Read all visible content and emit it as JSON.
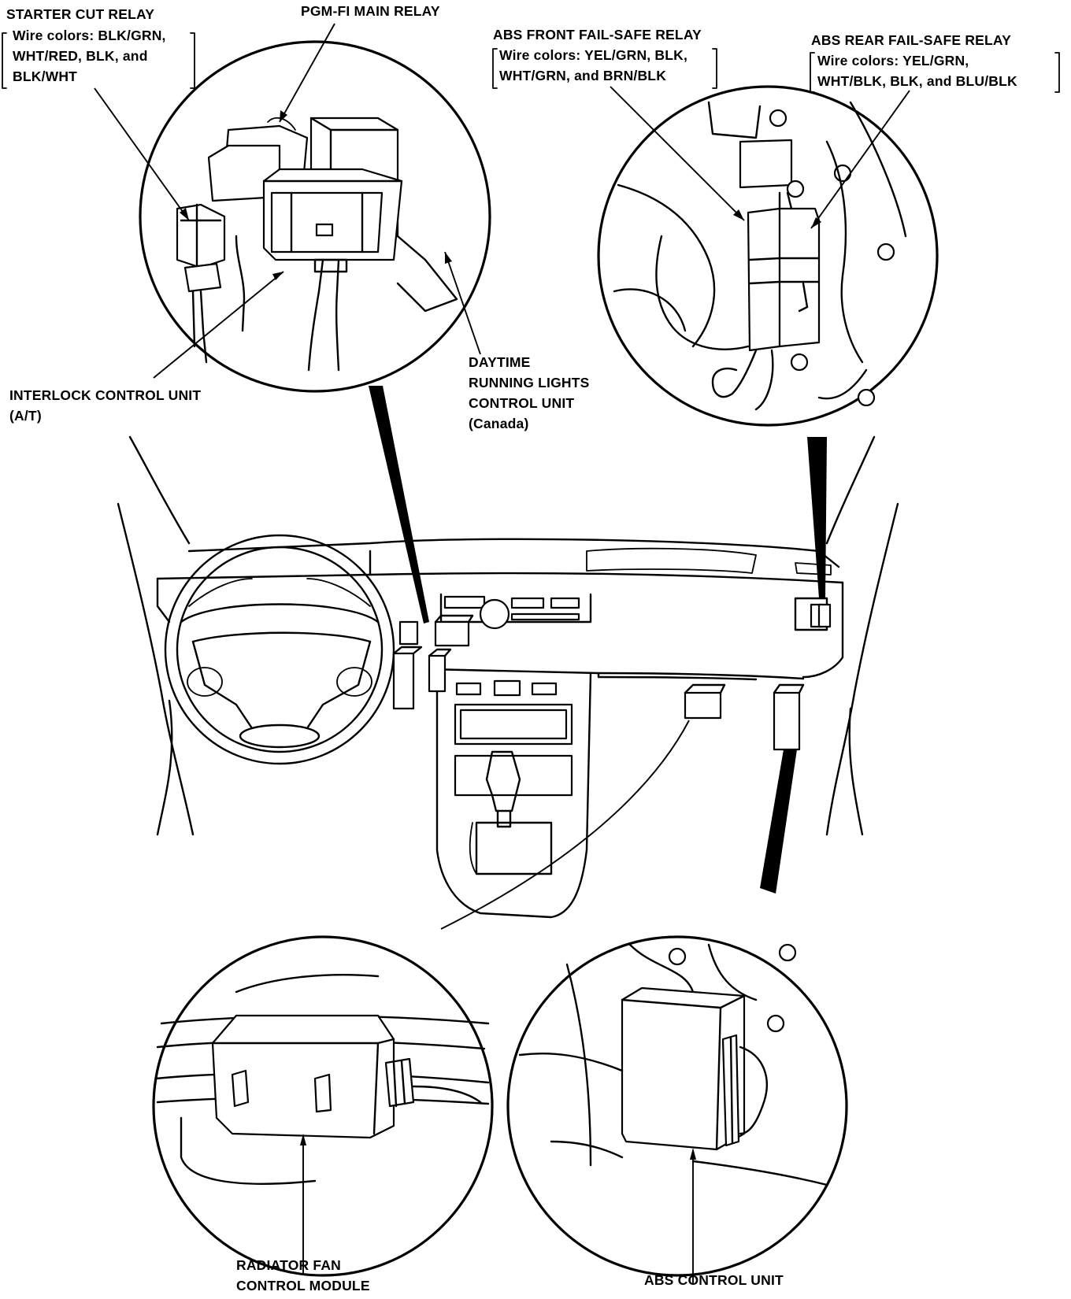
{
  "labels": {
    "starter_cut_relay": {
      "title": "STARTER CUT RELAY",
      "detail_lines": [
        "Wire colors: BLK/GRN,",
        "WHT/RED, BLK, and",
        "BLK/WHT"
      ]
    },
    "pgm_fi_main_relay": {
      "title": "PGM-FI MAIN RELAY"
    },
    "abs_front_fail_safe_relay": {
      "title": "ABS FRONT FAIL-SAFE RELAY",
      "detail_lines": [
        "Wire colors: YEL/GRN, BLK,",
        "WHT/GRN, and BRN/BLK"
      ]
    },
    "abs_rear_fail_safe_relay": {
      "title": "ABS REAR FAIL-SAFE RELAY",
      "detail_lines": [
        "Wire colors: YEL/GRN,",
        "WHT/BLK, BLK, and BLU/BLK"
      ]
    },
    "interlock_control_unit": {
      "lines": [
        "INTERLOCK CONTROL UNIT",
        "(A/T)"
      ]
    },
    "daytime_running_lights_control_unit": {
      "lines": [
        "DAYTIME",
        "RUNNING LIGHTS",
        "CONTROL UNIT",
        "(Canada)"
      ]
    },
    "radiator_fan_control_module": {
      "lines": [
        "RADIATOR FAN",
        "CONTROL MODULE"
      ]
    },
    "abs_control_unit": {
      "title": "ABS CONTROL UNIT"
    }
  }
}
